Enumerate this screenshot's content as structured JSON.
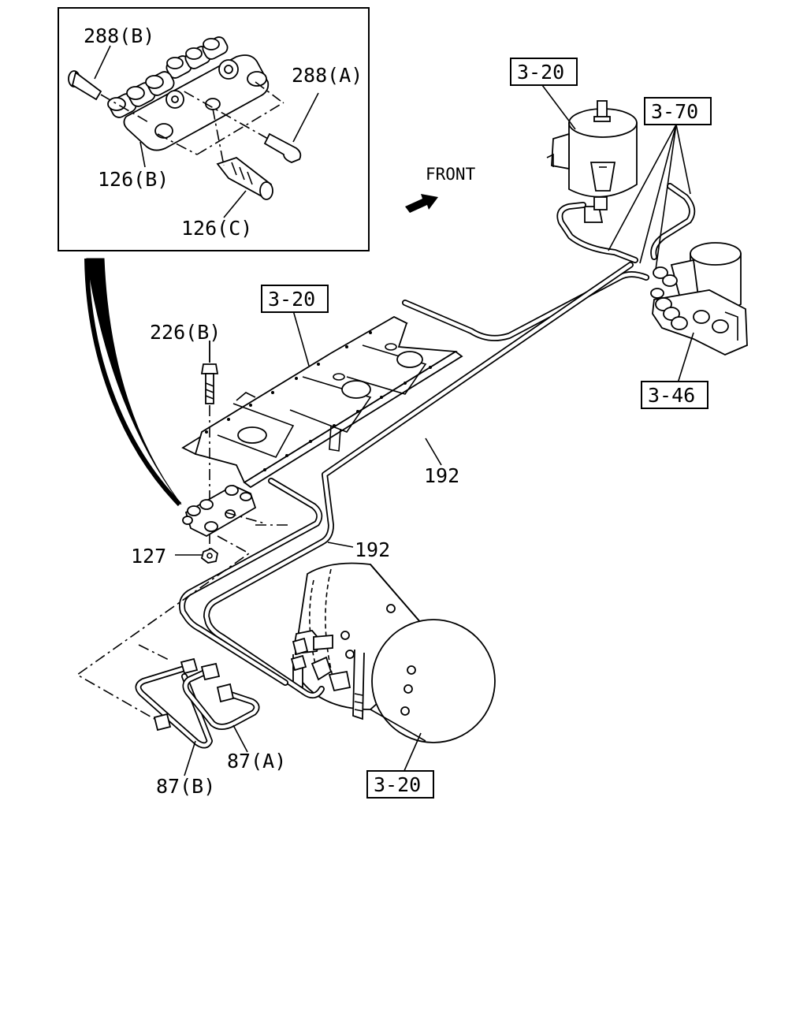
{
  "labels": {
    "p288b": "288(B)",
    "p288a": "288(A)",
    "p126b": "126(B)",
    "p126c": "126(C)",
    "p226b": "226(B)",
    "p127": "127",
    "p192_upper": "192",
    "p192_lower": "192",
    "p87a": "87(A)",
    "p87b": "87(B)",
    "front": "FRONT"
  },
  "refs": {
    "r320_top": "3-20",
    "r370": "3-70",
    "r320_mid": "3-20",
    "r346": "3-46",
    "r320_bottom": "3-20"
  }
}
